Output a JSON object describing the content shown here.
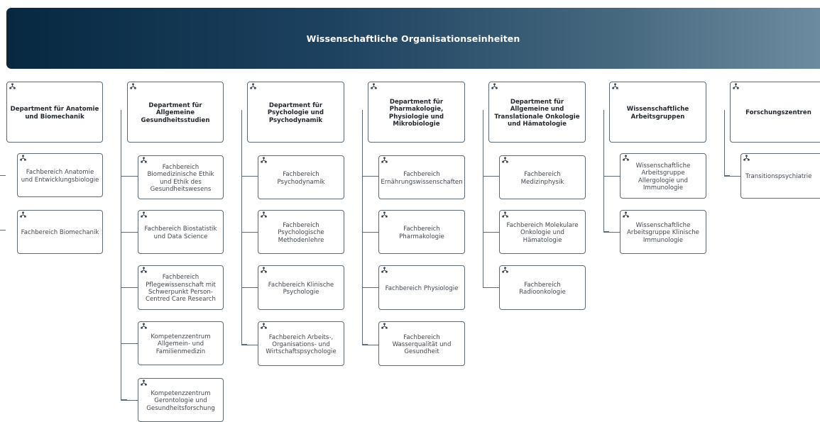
{
  "header": {
    "title": "Wissenschaftliche Organisationseinheiten"
  },
  "columns": [
    {
      "title": "Department für Anatomie und Biomechanik",
      "units": [
        "Fachbereich Anatomie und Entwicklungsbiologie",
        "Fachbereich Biomechanik"
      ]
    },
    {
      "title": "Department für Allgemeine Gesundheitsstudien",
      "units": [
        "Fachbereich Biomedizinische Ethik und Ethik des Gesundheitswesens",
        "Fachbereich Biostatistik und Data Science",
        "Fachbereich Pflegewissenschaft mit Schwerpunkt Person-Centred Care Research",
        "Kompetenzzentrum Allgemein- und Familienmedizin",
        "Kompetenzzentrum Gerontologie und Gesundheitsforschung"
      ]
    },
    {
      "title": "Department für Psychologie und Psychodynamik",
      "units": [
        "Fachbereich Psychodynamik",
        "Fachbereich Psychologische Methodenlehre",
        "Fachbereich Klinische Psychologie",
        "Fachbereich Arbeits-, Organisations- und Wirtschaftspsychologie"
      ]
    },
    {
      "title": "Department für Pharmakologie, Physiologie und Mikrobiologie",
      "units": [
        "Fachbereich Ernährungswissenschaften",
        "Fachbereich Pharmakologie",
        "Fachbereich Physiologie",
        "Fachbereich Wasserqualität und Gesundheit"
      ]
    },
    {
      "title": "Department für Allgemeine und Translationale Onkologie und Hämatologie",
      "units": [
        "Fachbereich Medizinphysik",
        "Fachbereich Molekulare Onkologie und Hämatologie",
        "Fachbereich Radioonkologie"
      ]
    },
    {
      "title": "Wissenschaftliche Arbeitsgruppen",
      "units": [
        "Wissenschaftliche Arbeitsgruppe Allergologie und Immunologie",
        "Wissenschaftliche Arbeitsgruppe Klinische Immunologie"
      ]
    },
    {
      "title": "Forschungszentren",
      "units": [
        "Transitionspsychiatrie"
      ]
    }
  ],
  "icon": "hierarchy-icon",
  "colors": {
    "header_start": "#072840",
    "header_end": "#6d8ba0",
    "border": "#5c6a76"
  }
}
